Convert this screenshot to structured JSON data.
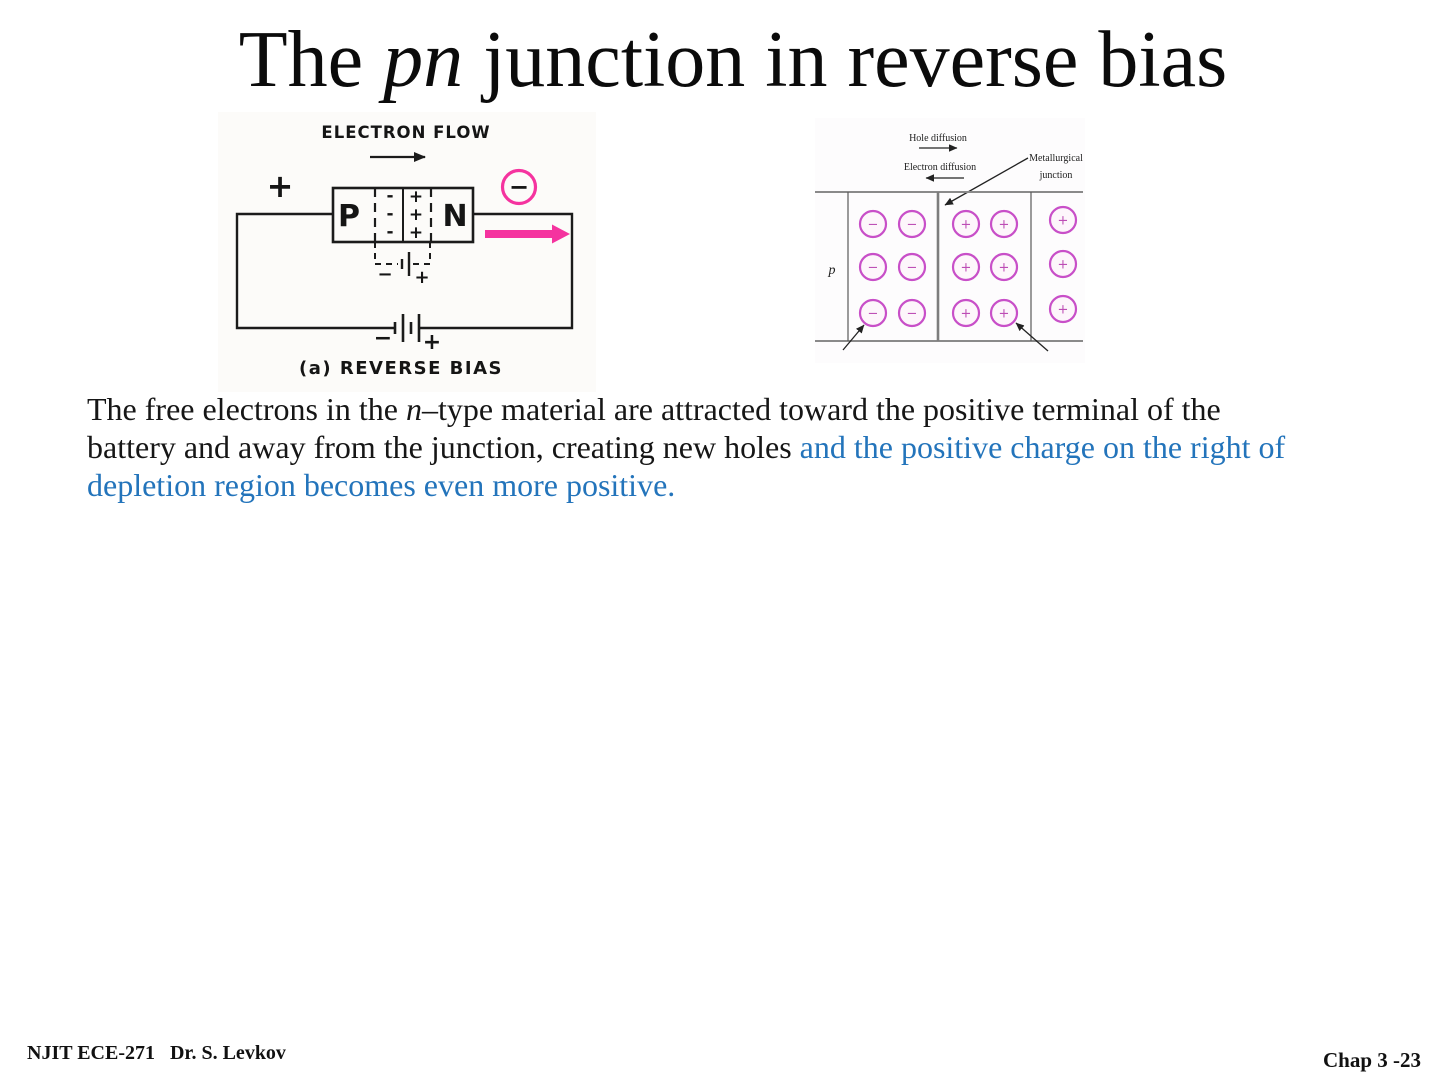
{
  "title": {
    "pre": "The ",
    "emph": "pn",
    "post": " junction in reverse bias"
  },
  "body": {
    "line1_a": "The free electrons in the ",
    "line1_n": "n",
    "line1_b": "–type material are attracted toward the positive terminal of the",
    "line2_black": "battery and away from the junction, creating new holes ",
    "line2_blue": "and the positive charge on the right of",
    "line3_blue": "depletion region becomes even more positive."
  },
  "footer": {
    "left": "NJIT ECE-271   Dr. S. Levkov",
    "right": "Chap 3 -23"
  },
  "left_figure": {
    "flow_label": "ELECTRON FLOW",
    "caption": "(a) REVERSE BIAS",
    "p_region": "P",
    "n_region": "N",
    "plus_terminal": "+",
    "minus_annotation": "−",
    "minus_sign": "-",
    "plus_sign": "+",
    "battery_minus": "−",
    "battery_plus": "+",
    "sub_battery_minus": "−",
    "sub_battery_plus": "+"
  },
  "right_figure": {
    "hole_diffusion": "Hole diffusion",
    "electron_diffusion": "Electron diffusion",
    "junction_line1": "Metallurgical",
    "junction_line2": "junction",
    "p_region": "p",
    "ions": {
      "acceptor_symbol": "−",
      "donor_symbol": "+"
    }
  },
  "colors": {
    "highlight_magenta": "#f5339f",
    "ion_magenta": "#c84fc8",
    "blue_text": "#2374bb",
    "band_gray": "#8a8a8a"
  }
}
